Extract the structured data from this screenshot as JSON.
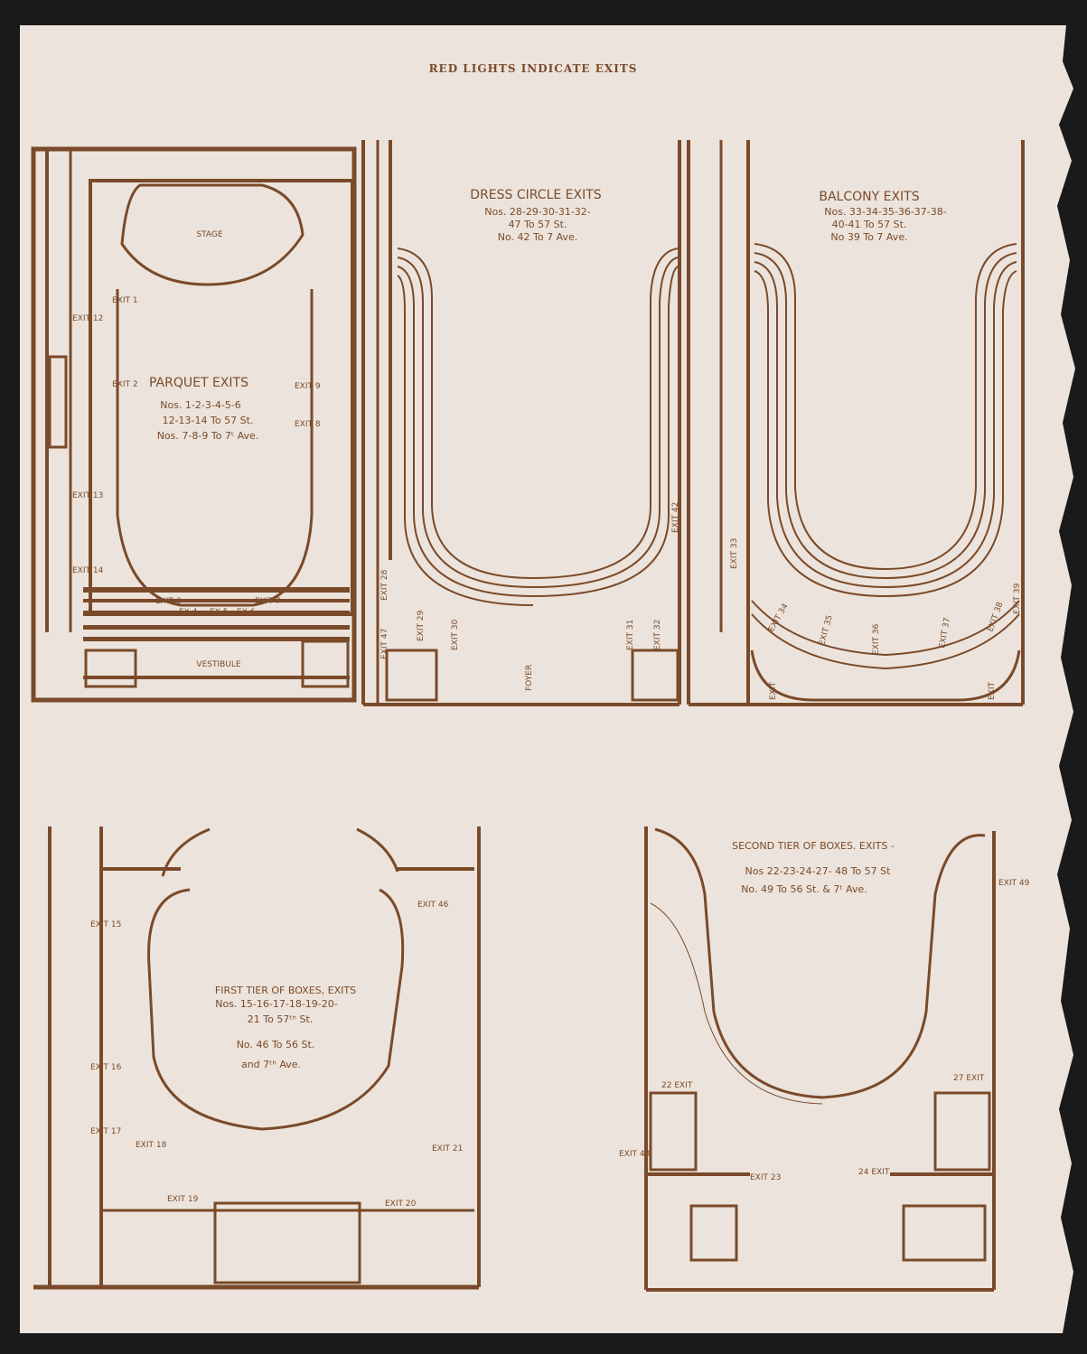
{
  "header": "RED LIGHTS INDICATE EXITS",
  "parquet": {
    "stage": "STAGE",
    "vestibule": "VESTIBULE",
    "title": "PARQUET EXITS",
    "lines": [
      "Nos. 1-2-3-4-5-6",
      "12-13-14 To 57 St.",
      "Nos. 7-8-9 To 7ᵗ Ave."
    ],
    "exits": {
      "e1": "EXIT 1",
      "e2": "EXIT 2",
      "e3": "EXIT 3",
      "e4": "EX 4",
      "e5": "EX 5",
      "e6": "EX 6",
      "e7": "EXIT 7",
      "e8": "EXIT 8",
      "e9": "EXIT 9",
      "e12": "EXIT 12",
      "e13": "EXIT 13",
      "e14": "EXIT 14"
    }
  },
  "dress_circle": {
    "title": "DRESS CIRCLE EXITS",
    "lines": [
      "Nos. 28-29-30-31-32-",
      "47 To 57 St.",
      "No. 42 To 7 Ave."
    ],
    "foyer": "FOYER",
    "exits": {
      "e28": "EXIT 28",
      "e29": "EXIT 29",
      "e30": "EXIT 30",
      "e31": "EXIT 31",
      "e32": "EXIT 32",
      "e42": "EXIT 42",
      "e47": "EXIT 47"
    }
  },
  "balcony": {
    "title": "BALCONY EXITS",
    "lines": [
      "Nos. 33-34-35-36-37-38-",
      "40-41 To 57 St.",
      "No 39 To 7 Ave."
    ],
    "exits": {
      "e33": "EXIT 33",
      "e34": "EXIT 34",
      "e35": "EXIT 35",
      "e36": "EXIT 36",
      "e37": "EXIT 37",
      "e38": "EXIT 38",
      "e39": "EXIT 39",
      "e40": "EXIT",
      "e41": "EXIT"
    }
  },
  "first_tier": {
    "title": "FIRST TIER OF BOXES, EXITS",
    "lines": [
      "Nos. 15-16-17-18-19-20-",
      "21 To 57ᵗʰ St.",
      "No. 46 To 56 St.",
      "and 7ᵗʰ Ave."
    ],
    "exits": {
      "e15": "EXIT 15",
      "e16": "EXIT 16",
      "e17": "EXIT 17",
      "e18": "EXIT 18",
      "e19": "EXIT 19",
      "e20": "EXIT 20",
      "e21": "EXIT 21",
      "e46": "EXIT 46"
    }
  },
  "second_tier": {
    "title": "SECOND TIER OF BOXES. EXITS -",
    "lines": [
      "Nos 22-23-24-27- 48 To 57 St",
      "No. 49 To 56 St. & 7ᵗ Ave."
    ],
    "exits": {
      "e22": "22 EXIT",
      "e23": "EXIT 23",
      "e24": "24 EXIT",
      "e27": "27 EXIT",
      "e48": "EXIT 48",
      "e49": "EXIT 49"
    }
  },
  "colors": {
    "ink": "#7a4a2a",
    "paper": "#ece4dc",
    "background": "#1a1a1a"
  }
}
